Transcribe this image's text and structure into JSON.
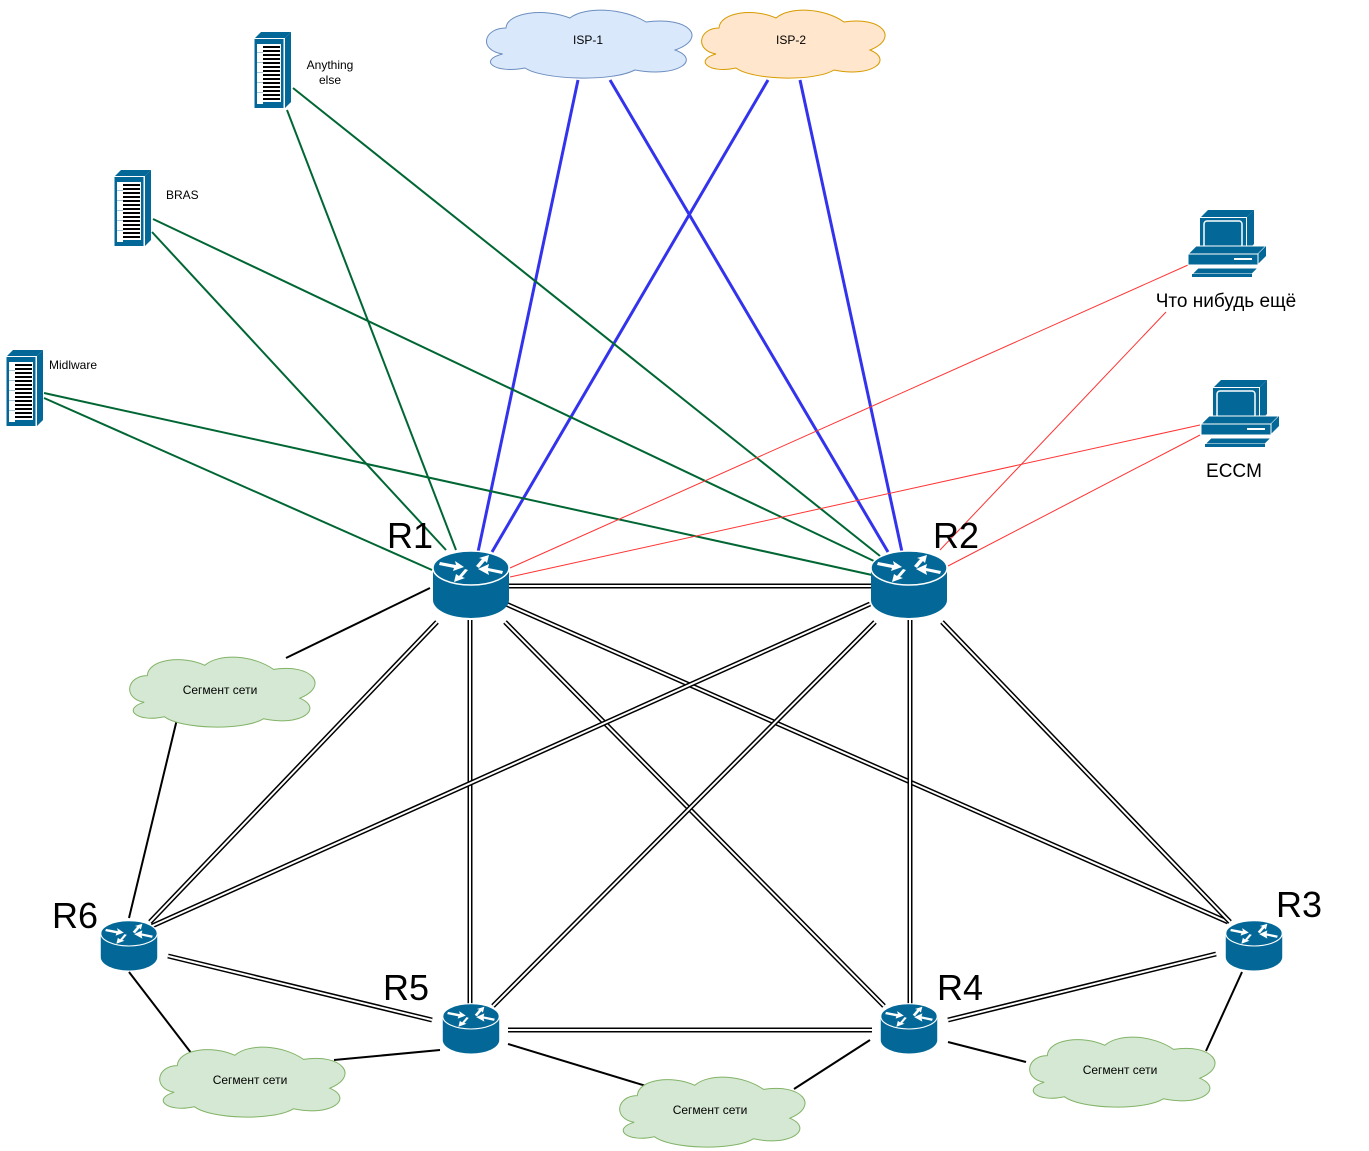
{
  "diagram": {
    "title": "Network topology",
    "colors": {
      "device": "#036897",
      "device_light": "#ffffff",
      "isp_link": "#3333ee",
      "server_link": "#006633",
      "host_link": "#ff3333",
      "backbone_link": "#000000",
      "segment_link": "#000000",
      "isp1_fill": "#dae8fc",
      "isp1_stroke": "#6c8ebf",
      "isp2_fill": "#ffe6cc",
      "isp2_stroke": "#d79b00",
      "segment_fill": "#d5e8d4",
      "segment_stroke": "#82b366"
    },
    "isps": [
      {
        "id": "isp1",
        "label": "ISP-1"
      },
      {
        "id": "isp2",
        "label": "ISP-2"
      }
    ],
    "servers": [
      {
        "id": "anything",
        "label_lines": [
          "Anything",
          "else"
        ]
      },
      {
        "id": "bras",
        "label_lines": [
          "BRAS"
        ]
      },
      {
        "id": "midlware",
        "label_lines": [
          "Midlware"
        ]
      }
    ],
    "hosts": [
      {
        "id": "other",
        "label": "Что нибудь ещё"
      },
      {
        "id": "eccm",
        "label": "ECCM"
      }
    ],
    "routers": [
      {
        "id": "R1",
        "label": "R1"
      },
      {
        "id": "R2",
        "label": "R2"
      },
      {
        "id": "R3",
        "label": "R3"
      },
      {
        "id": "R4",
        "label": "R4"
      },
      {
        "id": "R5",
        "label": "R5"
      },
      {
        "id": "R6",
        "label": "R6"
      }
    ],
    "segments": [
      {
        "id": "seg1",
        "label": "Сегмент сети"
      },
      {
        "id": "seg2",
        "label": "Сегмент сети"
      },
      {
        "id": "seg3",
        "label": "Сегмент сети"
      },
      {
        "id": "seg4",
        "label": "Сегмент сети"
      }
    ],
    "links": [
      {
        "from": "isp1",
        "to": "R1",
        "kind": "isp"
      },
      {
        "from": "isp1",
        "to": "R2",
        "kind": "isp"
      },
      {
        "from": "isp2",
        "to": "R1",
        "kind": "isp"
      },
      {
        "from": "isp2",
        "to": "R2",
        "kind": "isp"
      },
      {
        "from": "anything",
        "to": "R1",
        "kind": "server"
      },
      {
        "from": "anything",
        "to": "R2",
        "kind": "server"
      },
      {
        "from": "bras",
        "to": "R1",
        "kind": "server"
      },
      {
        "from": "bras",
        "to": "R2",
        "kind": "server"
      },
      {
        "from": "midlware",
        "to": "R1",
        "kind": "server"
      },
      {
        "from": "midlware",
        "to": "R2",
        "kind": "server"
      },
      {
        "from": "other",
        "to": "R1",
        "kind": "host"
      },
      {
        "from": "other",
        "to": "R2",
        "kind": "host"
      },
      {
        "from": "eccm",
        "to": "R1",
        "kind": "host"
      },
      {
        "from": "eccm",
        "to": "R2",
        "kind": "host"
      },
      {
        "from": "R1",
        "to": "R2",
        "kind": "backbone"
      },
      {
        "from": "R1",
        "to": "R3",
        "kind": "backbone"
      },
      {
        "from": "R1",
        "to": "R4",
        "kind": "backbone"
      },
      {
        "from": "R1",
        "to": "R5",
        "kind": "backbone"
      },
      {
        "from": "R1",
        "to": "R6",
        "kind": "backbone"
      },
      {
        "from": "R2",
        "to": "R3",
        "kind": "backbone"
      },
      {
        "from": "R2",
        "to": "R4",
        "kind": "backbone"
      },
      {
        "from": "R2",
        "to": "R5",
        "kind": "backbone"
      },
      {
        "from": "R2",
        "to": "R6",
        "kind": "backbone"
      },
      {
        "from": "R3",
        "to": "R4",
        "kind": "backbone"
      },
      {
        "from": "R4",
        "to": "R5",
        "kind": "backbone"
      },
      {
        "from": "R5",
        "to": "R6",
        "kind": "backbone"
      },
      {
        "from": "R1",
        "to": "seg1",
        "kind": "segment"
      },
      {
        "from": "R6",
        "to": "seg1",
        "kind": "segment"
      },
      {
        "from": "R6",
        "to": "seg2",
        "kind": "segment"
      },
      {
        "from": "R5",
        "to": "seg2",
        "kind": "segment"
      },
      {
        "from": "R5",
        "to": "seg3",
        "kind": "segment"
      },
      {
        "from": "R4",
        "to": "seg3",
        "kind": "segment"
      },
      {
        "from": "R4",
        "to": "seg4",
        "kind": "segment"
      },
      {
        "from": "R3",
        "to": "seg4",
        "kind": "segment"
      }
    ]
  }
}
